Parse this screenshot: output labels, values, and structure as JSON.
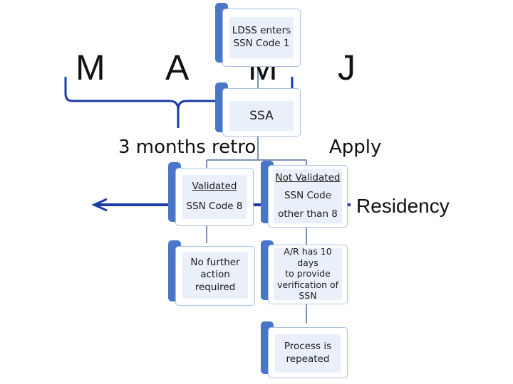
{
  "letters": [
    "M",
    "A",
    "M",
    "J"
  ],
  "captions": {
    "retro": "3 months retro",
    "apply": "Apply",
    "residency": "Residency"
  },
  "nodes": {
    "ldss": {
      "line1": "LDSS enters",
      "line2": "SSN Code 1"
    },
    "ssa": {
      "line1": "SSA"
    },
    "validated": {
      "line1": "Validated",
      "line2": "SSN Code 8"
    },
    "not_validated": {
      "line1": "Not Validated",
      "line2": "SSN Code",
      "line3": "other than 8"
    },
    "no_further": {
      "line1": "No further",
      "line2": "action",
      "line3": "required"
    },
    "ar_days": {
      "line1": "A/R has 10 days",
      "line2": "to provide",
      "line3": "verification of",
      "line4": "SSN"
    },
    "process": {
      "line1": "Process is",
      "line2": "repeated"
    }
  },
  "colors": {
    "node_shadow": "#4a76c8",
    "node_fill": "#eaf0f9",
    "connector": "#7b90b5",
    "arrow": "#1a3aa8"
  }
}
